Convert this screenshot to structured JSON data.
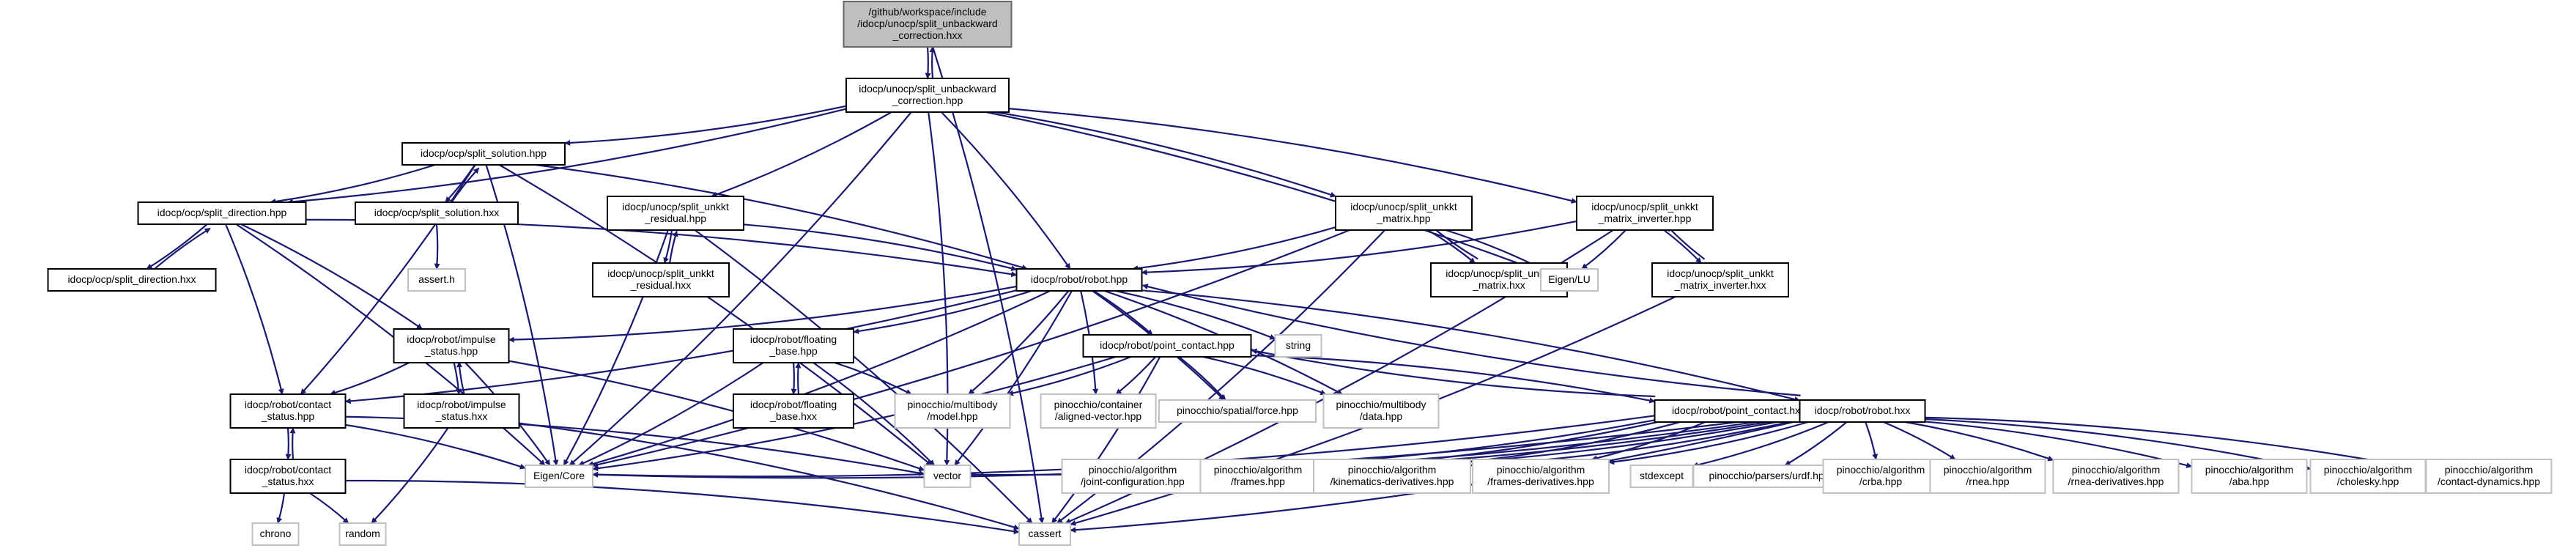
{
  "graph": {
    "nodes": [
      {
        "id": "root",
        "lines": [
          "/github/workspace/include",
          "/idocp/unocp/split_unbackward",
          "_correction.hxx"
        ],
        "kind": "root"
      },
      {
        "id": "sub_hpp",
        "lines": [
          "idocp/unocp/split_unbackward",
          "_correction.hpp"
        ],
        "kind": "file"
      },
      {
        "id": "split_solution_hpp",
        "lines": [
          "idocp/ocp/split_solution.hpp"
        ],
        "kind": "file"
      },
      {
        "id": "split_solution_hxx",
        "lines": [
          "idocp/ocp/split_solution.hxx"
        ],
        "kind": "file"
      },
      {
        "id": "assert_h",
        "lines": [
          "assert.h"
        ],
        "kind": "external"
      },
      {
        "id": "split_direction_hpp",
        "lines": [
          "idocp/ocp/split_direction.hpp"
        ],
        "kind": "file"
      },
      {
        "id": "split_direction_hxx",
        "lines": [
          "idocp/ocp/split_direction.hxx"
        ],
        "kind": "file"
      },
      {
        "id": "unkkt_residual_hpp",
        "lines": [
          "idocp/unocp/split_unkkt",
          "_residual.hpp"
        ],
        "kind": "file"
      },
      {
        "id": "unkkt_residual_hxx",
        "lines": [
          "idocp/unocp/split_unkkt",
          "_residual.hxx"
        ],
        "kind": "file"
      },
      {
        "id": "unkkt_matrix_hpp",
        "lines": [
          "idocp/unocp/split_unkkt",
          "_matrix.hpp"
        ],
        "kind": "file"
      },
      {
        "id": "unkkt_matrix_hxx",
        "lines": [
          "idocp/unocp/split_unkkt",
          "_matrix.hxx"
        ],
        "kind": "file"
      },
      {
        "id": "inverter_hpp",
        "lines": [
          "idocp/unocp/split_unkkt",
          "_matrix_inverter.hpp"
        ],
        "kind": "file"
      },
      {
        "id": "inverter_hxx",
        "lines": [
          "idocp/unocp/split_unkkt",
          "_matrix_inverter.hxx"
        ],
        "kind": "file"
      },
      {
        "id": "eigen_lu",
        "lines": [
          "Eigen/LU"
        ],
        "kind": "external"
      },
      {
        "id": "robot_hpp",
        "lines": [
          "idocp/robot/robot.hpp"
        ],
        "kind": "file"
      },
      {
        "id": "string",
        "lines": [
          "string"
        ],
        "kind": "external"
      },
      {
        "id": "impulse_status_hpp",
        "lines": [
          "idocp/robot/impulse",
          "_status.hpp"
        ],
        "kind": "file"
      },
      {
        "id": "impulse_status_hxx",
        "lines": [
          "idocp/robot/impulse",
          "_status.hxx"
        ],
        "kind": "file"
      },
      {
        "id": "floating_base_hpp",
        "lines": [
          "idocp/robot/floating",
          "_base.hpp"
        ],
        "kind": "file"
      },
      {
        "id": "floating_base_hxx",
        "lines": [
          "idocp/robot/floating",
          "_base.hxx"
        ],
        "kind": "file"
      },
      {
        "id": "point_contact_hpp",
        "lines": [
          "idocp/robot/point_contact.hpp"
        ],
        "kind": "file"
      },
      {
        "id": "point_contact_hxx",
        "lines": [
          "idocp/robot/point_contact.hxx"
        ],
        "kind": "file"
      },
      {
        "id": "robot_hxx",
        "lines": [
          "idocp/robot/robot.hxx"
        ],
        "kind": "file"
      },
      {
        "id": "contact_status_hpp",
        "lines": [
          "idocp/robot/contact",
          "_status.hpp"
        ],
        "kind": "file"
      },
      {
        "id": "contact_status_hxx",
        "lines": [
          "idocp/robot/contact",
          "_status.hxx"
        ],
        "kind": "file"
      },
      {
        "id": "eigen_core",
        "lines": [
          "Eigen/Core"
        ],
        "kind": "external"
      },
      {
        "id": "vector",
        "lines": [
          "vector"
        ],
        "kind": "external"
      },
      {
        "id": "cassert",
        "lines": [
          "cassert"
        ],
        "kind": "external"
      },
      {
        "id": "chrono",
        "lines": [
          "chrono"
        ],
        "kind": "external"
      },
      {
        "id": "random",
        "lines": [
          "random"
        ],
        "kind": "external"
      },
      {
        "id": "pin_model",
        "lines": [
          "pinocchio/multibody",
          "/model.hpp"
        ],
        "kind": "external"
      },
      {
        "id": "aligned_vector",
        "lines": [
          "pinocchio/container",
          "/aligned-vector.hpp"
        ],
        "kind": "external"
      },
      {
        "id": "spatial_force",
        "lines": [
          "pinocchio/spatial/force.hpp"
        ],
        "kind": "external"
      },
      {
        "id": "pin_data",
        "lines": [
          "pinocchio/multibody",
          "/data.hpp"
        ],
        "kind": "external"
      },
      {
        "id": "joint_config",
        "lines": [
          "pinocchio/algorithm",
          "/joint-configuration.hpp"
        ],
        "kind": "external"
      },
      {
        "id": "frames",
        "lines": [
          "pinocchio/algorithm",
          "/frames.hpp"
        ],
        "kind": "external"
      },
      {
        "id": "kin_deriv",
        "lines": [
          "pinocchio/algorithm",
          "/kinematics-derivatives.hpp"
        ],
        "kind": "external"
      },
      {
        "id": "frames_deriv",
        "lines": [
          "pinocchio/algorithm",
          "/frames-derivatives.hpp"
        ],
        "kind": "external"
      },
      {
        "id": "stdexcept",
        "lines": [
          "stdexcept"
        ],
        "kind": "external"
      },
      {
        "id": "urdf",
        "lines": [
          "pinocchio/parsers/urdf.hpp"
        ],
        "kind": "external"
      },
      {
        "id": "crba",
        "lines": [
          "pinocchio/algorithm",
          "/crba.hpp"
        ],
        "kind": "external"
      },
      {
        "id": "rnea",
        "lines": [
          "pinocchio/algorithm",
          "/rnea.hpp"
        ],
        "kind": "external"
      },
      {
        "id": "rnea_deriv",
        "lines": [
          "pinocchio/algorithm",
          "/rnea-derivatives.hpp"
        ],
        "kind": "external"
      },
      {
        "id": "aba",
        "lines": [
          "pinocchio/algorithm",
          "/aba.hpp"
        ],
        "kind": "external"
      },
      {
        "id": "cholesky",
        "lines": [
          "pinocchio/algorithm",
          "/cholesky.hpp"
        ],
        "kind": "external"
      },
      {
        "id": "contact_dyn",
        "lines": [
          "pinocchio/algorithm",
          "/contact-dynamics.hpp"
        ],
        "kind": "external"
      }
    ],
    "edges": [
      [
        "root",
        "sub_hpp"
      ],
      [
        "root",
        "cassert"
      ],
      [
        "sub_hpp",
        "root"
      ],
      [
        "sub_hpp",
        "split_solution_hpp"
      ],
      [
        "sub_hpp",
        "split_direction_hpp"
      ],
      [
        "sub_hpp",
        "unkkt_residual_hpp"
      ],
      [
        "sub_hpp",
        "unkkt_matrix_hpp"
      ],
      [
        "sub_hpp",
        "inverter_hpp"
      ],
      [
        "sub_hpp",
        "robot_hpp"
      ],
      [
        "sub_hpp",
        "eigen_core"
      ],
      [
        "sub_hpp",
        "eigen_lu"
      ],
      [
        "sub_hpp",
        "vector"
      ],
      [
        "split_solution_hpp",
        "split_solution_hxx"
      ],
      [
        "split_solution_hxx",
        "split_solution_hpp"
      ],
      [
        "split_solution_hxx",
        "assert_h"
      ],
      [
        "split_solution_hpp",
        "split_direction_hpp"
      ],
      [
        "split_solution_hpp",
        "robot_hpp"
      ],
      [
        "split_solution_hpp",
        "contact_status_hpp"
      ],
      [
        "split_solution_hpp",
        "eigen_core"
      ],
      [
        "split_solution_hpp",
        "vector"
      ],
      [
        "split_direction_hpp",
        "split_direction_hxx"
      ],
      [
        "split_direction_hxx",
        "split_direction_hpp"
      ],
      [
        "split_direction_hpp",
        "robot_hpp"
      ],
      [
        "split_direction_hpp",
        "contact_status_hpp"
      ],
      [
        "split_direction_hpp",
        "impulse_status_hpp"
      ],
      [
        "split_direction_hpp",
        "eigen_core"
      ],
      [
        "unkkt_residual_hpp",
        "unkkt_residual_hxx"
      ],
      [
        "unkkt_residual_hxx",
        "unkkt_residual_hpp"
      ],
      [
        "unkkt_residual_hpp",
        "robot_hpp"
      ],
      [
        "unkkt_residual_hpp",
        "eigen_core"
      ],
      [
        "unkkt_residual_hpp",
        "cassert"
      ],
      [
        "unkkt_matrix_hpp",
        "unkkt_matrix_hxx"
      ],
      [
        "unkkt_matrix_hxx",
        "unkkt_matrix_hpp"
      ],
      [
        "unkkt_matrix_hpp",
        "robot_hpp"
      ],
      [
        "unkkt_matrix_hpp",
        "eigen_core"
      ],
      [
        "unkkt_matrix_hpp",
        "eigen_lu"
      ],
      [
        "unkkt_matrix_hpp",
        "cassert"
      ],
      [
        "inverter_hpp",
        "inverter_hxx"
      ],
      [
        "inverter_hxx",
        "inverter_hpp"
      ],
      [
        "inverter_hpp",
        "robot_hpp"
      ],
      [
        "inverter_hpp",
        "eigen_lu"
      ],
      [
        "inverter_hpp",
        "cassert"
      ],
      [
        "inverter_hxx",
        "cassert"
      ],
      [
        "robot_hpp",
        "string"
      ],
      [
        "robot_hpp",
        "impulse_status_hpp"
      ],
      [
        "robot_hpp",
        "contact_status_hpp"
      ],
      [
        "robot_hpp",
        "floating_base_hpp"
      ],
      [
        "robot_hpp",
        "point_contact_hpp"
      ],
      [
        "robot_hpp",
        "robot_hxx"
      ],
      [
        "robot_hpp",
        "pin_model"
      ],
      [
        "robot_hpp",
        "aligned_vector"
      ],
      [
        "robot_hpp",
        "spatial_force"
      ],
      [
        "robot_hpp",
        "pin_data"
      ],
      [
        "robot_hpp",
        "eigen_core"
      ],
      [
        "robot_hpp",
        "vector"
      ],
      [
        "robot_hxx",
        "robot_hpp"
      ],
      [
        "impulse_status_hpp",
        "impulse_status_hxx"
      ],
      [
        "impulse_status_hxx",
        "impulse_status_hpp"
      ],
      [
        "impulse_status_hpp",
        "contact_status_hpp"
      ],
      [
        "impulse_status_hpp",
        "eigen_core"
      ],
      [
        "impulse_status_hpp",
        "vector"
      ],
      [
        "impulse_status_hxx",
        "random"
      ],
      [
        "impulse_status_hxx",
        "cassert"
      ],
      [
        "floating_base_hpp",
        "floating_base_hxx"
      ],
      [
        "floating_base_hxx",
        "floating_base_hpp"
      ],
      [
        "floating_base_hpp",
        "pin_model"
      ],
      [
        "floating_base_hpp",
        "vector"
      ],
      [
        "floating_base_hpp",
        "eigen_core"
      ],
      [
        "point_contact_hpp",
        "point_contact_hxx"
      ],
      [
        "point_contact_hxx",
        "point_contact_hpp"
      ],
      [
        "point_contact_hpp",
        "pin_model"
      ],
      [
        "point_contact_hpp",
        "aligned_vector"
      ],
      [
        "point_contact_hpp",
        "spatial_force"
      ],
      [
        "point_contact_hpp",
        "pin_data"
      ],
      [
        "point_contact_hpp",
        "eigen_core"
      ],
      [
        "point_contact_hpp",
        "cassert"
      ],
      [
        "point_contact_hxx",
        "joint_config"
      ],
      [
        "point_contact_hxx",
        "frames"
      ],
      [
        "point_contact_hxx",
        "kin_deriv"
      ],
      [
        "point_contact_hxx",
        "frames_deriv"
      ],
      [
        "point_contact_hxx",
        "eigen_core"
      ],
      [
        "robot_hxx",
        "stdexcept"
      ],
      [
        "robot_hxx",
        "urdf"
      ],
      [
        "robot_hxx",
        "joint_config"
      ],
      [
        "robot_hxx",
        "frames"
      ],
      [
        "robot_hxx",
        "kin_deriv"
      ],
      [
        "robot_hxx",
        "frames_deriv"
      ],
      [
        "robot_hxx",
        "crba"
      ],
      [
        "robot_hxx",
        "rnea"
      ],
      [
        "robot_hxx",
        "rnea_deriv"
      ],
      [
        "robot_hxx",
        "aba"
      ],
      [
        "robot_hxx",
        "cholesky"
      ],
      [
        "robot_hxx",
        "contact_dyn"
      ],
      [
        "robot_hxx",
        "eigen_core"
      ],
      [
        "robot_hxx",
        "vector"
      ],
      [
        "robot_hxx",
        "cassert"
      ],
      [
        "contact_status_hpp",
        "contact_status_hxx"
      ],
      [
        "contact_status_hxx",
        "contact_status_hpp"
      ],
      [
        "contact_status_hpp",
        "eigen_core"
      ],
      [
        "contact_status_hpp",
        "vector"
      ],
      [
        "contact_status_hxx",
        "chrono"
      ],
      [
        "contact_status_hxx",
        "random"
      ],
      [
        "contact_status_hxx",
        "cassert"
      ]
    ]
  }
}
